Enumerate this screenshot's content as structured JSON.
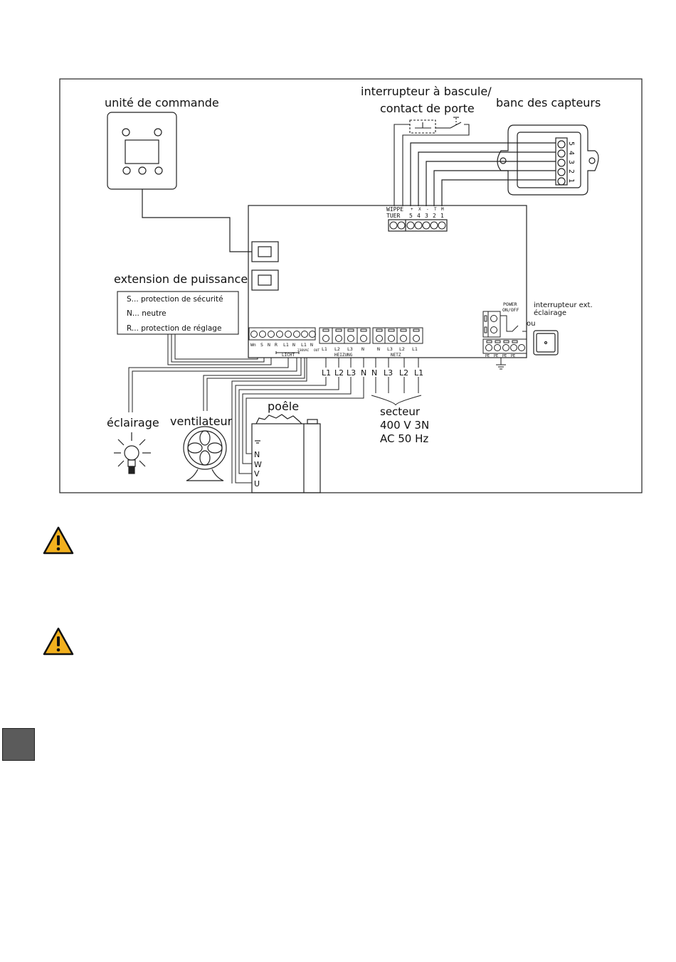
{
  "labels": {
    "control_unit": "unité de commande",
    "rocker_switch_1": "interrupteur à bascule/",
    "rocker_switch_2": "contact de porte",
    "sensor_bank": "banc des capteurs",
    "power_extension": "extension de puissance",
    "ext_light_switch_1": "interrupteur ext.",
    "ext_light_switch_2": "éclairage",
    "or": "ou",
    "power_onoff_1": "POWER",
    "power_onoff_2": "ON/OFF",
    "lighting": "éclairage",
    "fan": "ventilateur",
    "stove": "poêle",
    "mains_1": "secteur",
    "mains_2": "400 V 3N",
    "mains_3": "AC 50 Hz"
  },
  "legend": [
    "S... protection de sécurité",
    "N... neutre",
    "R... protection de réglage"
  ],
  "terminals": {
    "wippe": "WIPPE",
    "tuer": "TUER",
    "sensor_signs": [
      "+",
      "X",
      "-",
      "T",
      "M"
    ],
    "sensor_numbers": [
      "5",
      "4",
      "3",
      "2",
      "1"
    ],
    "licht_pins": [
      "Wn",
      "S",
      "N",
      "R",
      "L1",
      "N",
      "L1",
      "N"
    ],
    "vac": "230VAC",
    "out": "OUT",
    "licht": "LICHT",
    "heizung_pins": [
      "L1",
      "L2",
      "L3",
      "N"
    ],
    "heizung": "HEIZUNG",
    "netz_pins": [
      "N",
      "L3",
      "L2",
      "L1"
    ],
    "netz": "NETZ",
    "pe_pins": [
      "PE",
      "PE",
      "PE",
      "PE"
    ],
    "sensor_bank_numbers": [
      "5",
      "4",
      "3",
      "2",
      "1"
    ],
    "wire_heizung": [
      "L1",
      "L2",
      "L3",
      "N"
    ],
    "wire_netz": [
      "N",
      "L3",
      "L2",
      "L1"
    ],
    "stove_pins": [
      "N",
      "W",
      "V",
      "U"
    ]
  },
  "colors": {
    "warning_fill": "#f2b01e",
    "line": "#222222",
    "tab": "#5b5b5b"
  },
  "icons": [
    "warning-icon",
    "warning-icon",
    "lightbulb-icon",
    "fan-icon",
    "stove-icon",
    "ground-icon"
  ]
}
